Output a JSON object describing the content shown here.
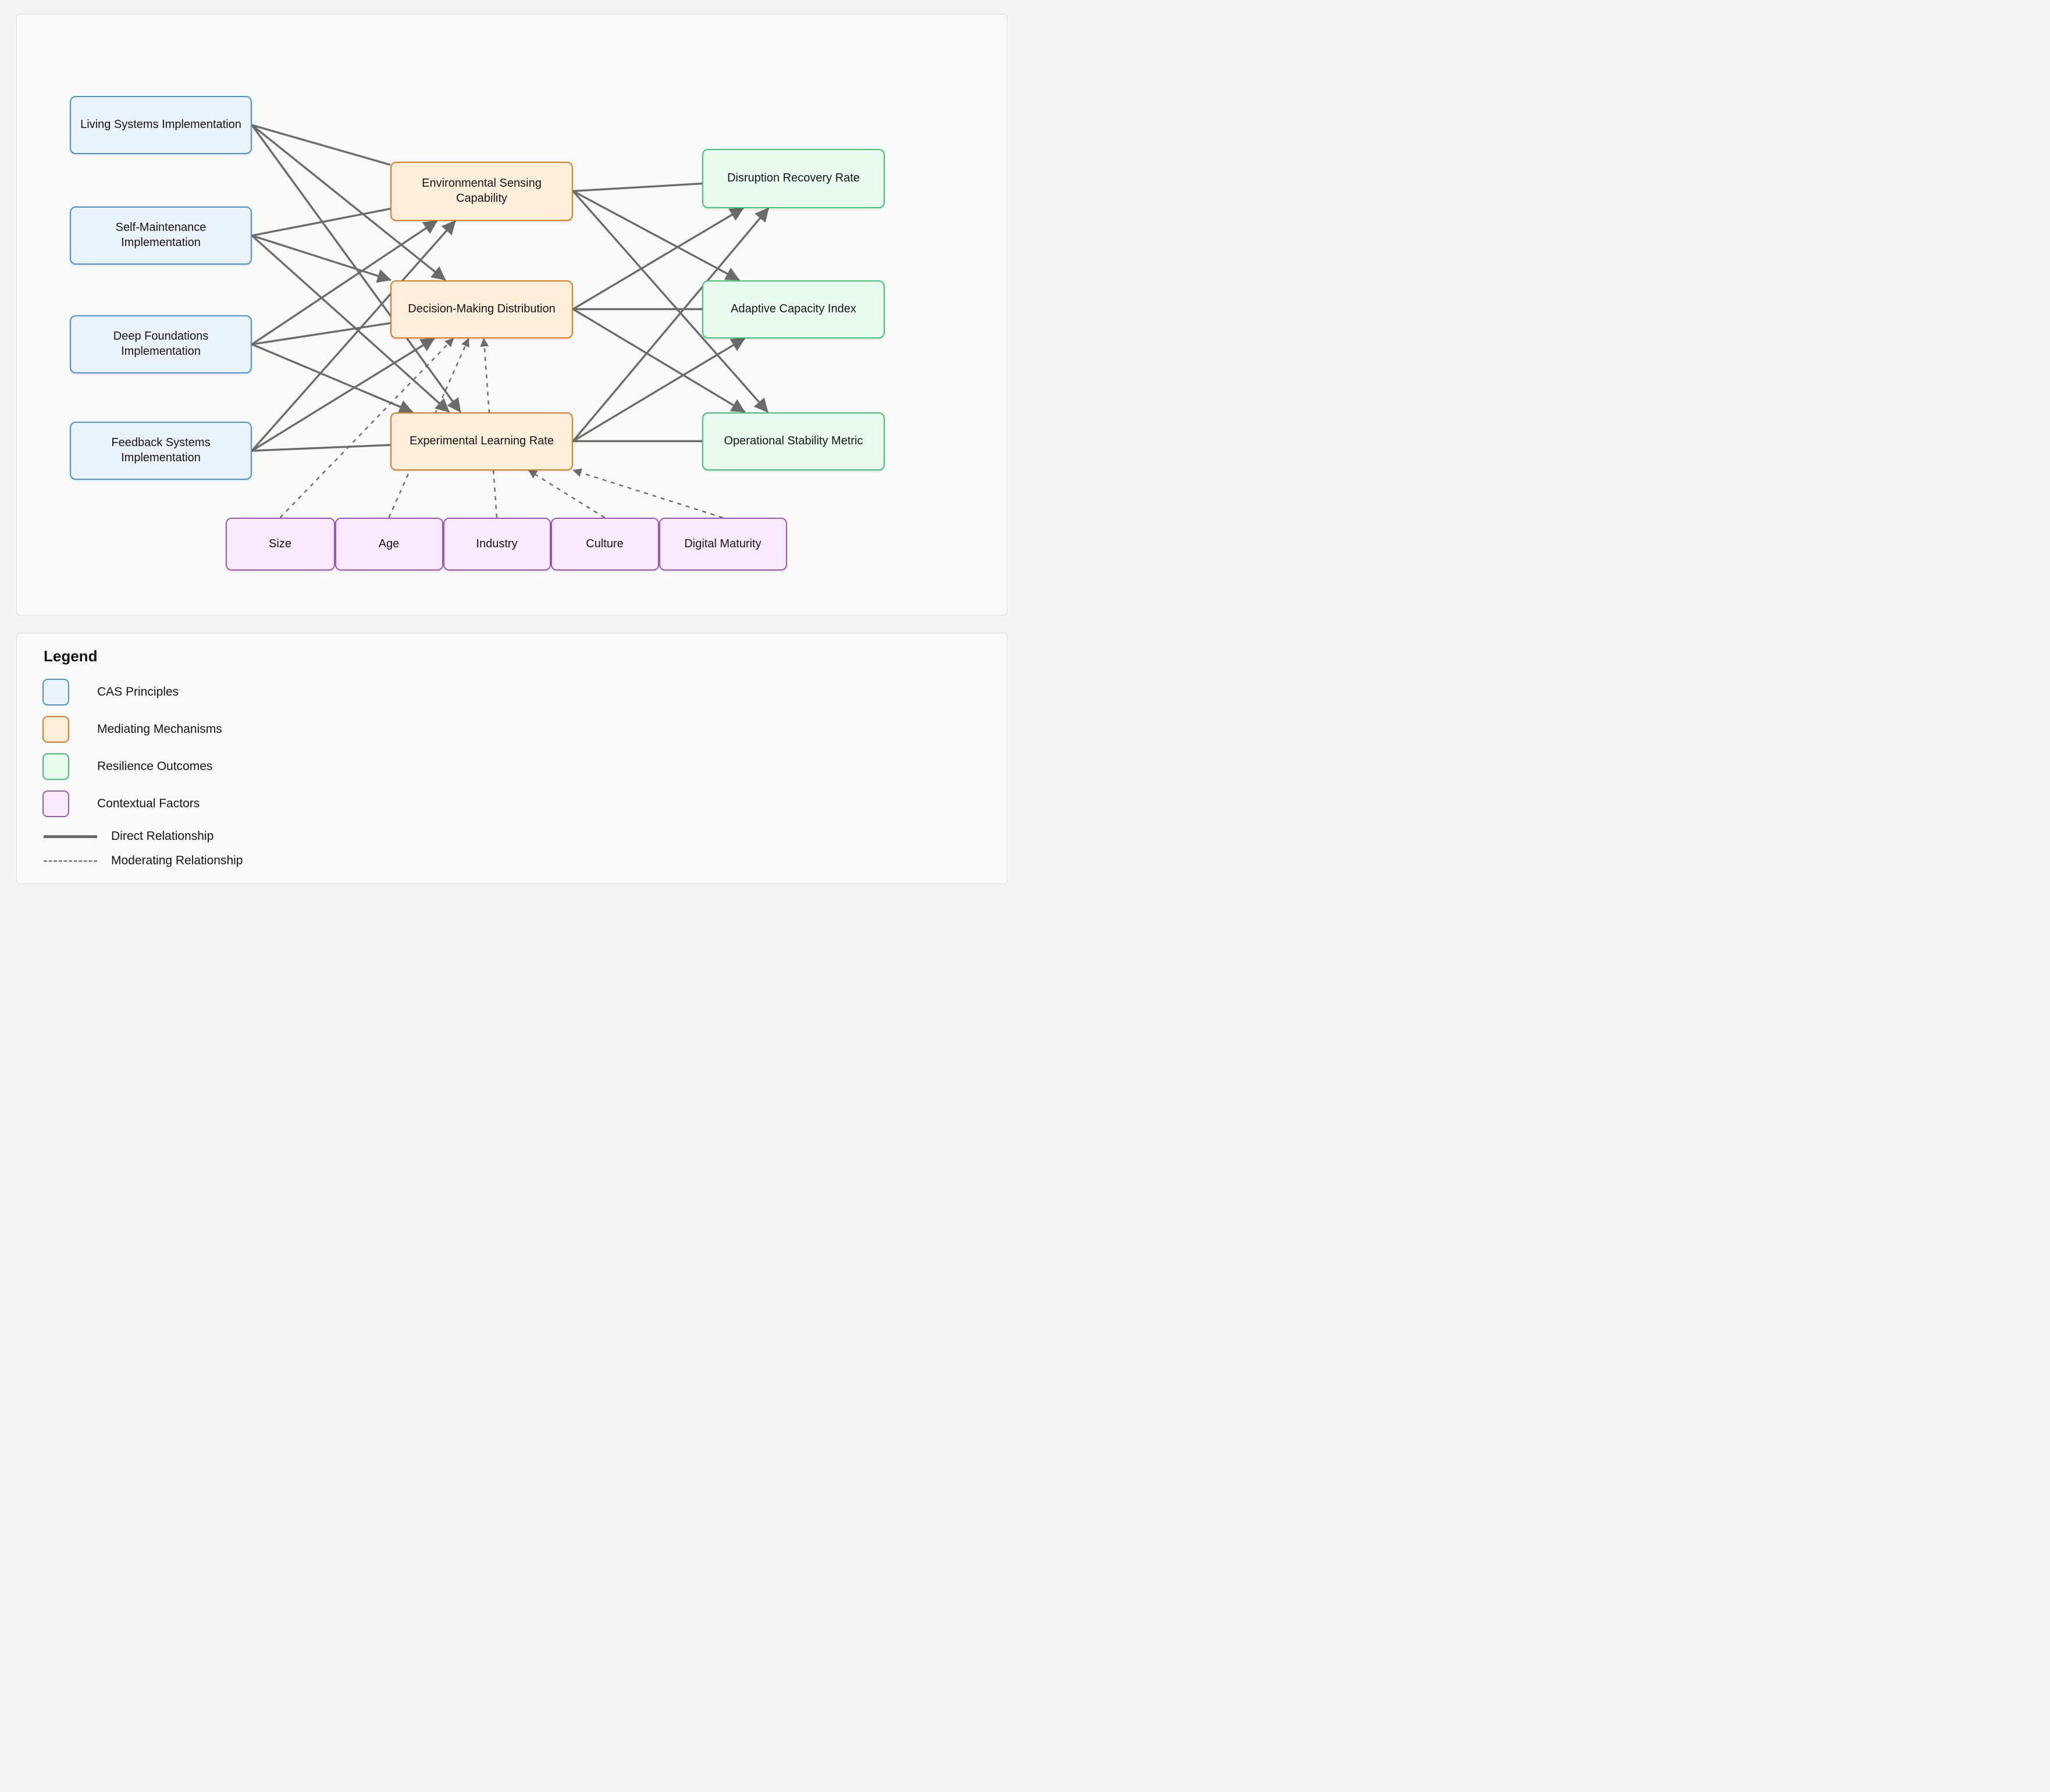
{
  "diagram": {
    "nodes": [
      {
        "id": "ls",
        "group": "cas",
        "label": "Living Systems Implementation"
      },
      {
        "id": "sm",
        "group": "cas",
        "label": "Self-Maintenance Implementation"
      },
      {
        "id": "df",
        "group": "cas",
        "label": "Deep Foundations Implementation"
      },
      {
        "id": "fs",
        "group": "cas",
        "label": "Feedback Systems Implementation"
      },
      {
        "id": "esc",
        "group": "mediator",
        "label": "Environmental Sensing Capability"
      },
      {
        "id": "dmd",
        "group": "mediator",
        "label": "Decision-Making Distribution"
      },
      {
        "id": "elr",
        "group": "mediator",
        "label": "Experimental Learning Rate"
      },
      {
        "id": "drr",
        "group": "outcome",
        "label": "Disruption Recovery Rate"
      },
      {
        "id": "aci",
        "group": "outcome",
        "label": "Adaptive Capacity Index"
      },
      {
        "id": "osm",
        "group": "outcome",
        "label": "Operational Stability Metric"
      },
      {
        "id": "size",
        "group": "context",
        "label": "Size"
      },
      {
        "id": "age",
        "group": "context",
        "label": "Age"
      },
      {
        "id": "industry",
        "group": "context",
        "label": "Industry"
      },
      {
        "id": "culture",
        "group": "context",
        "label": "Culture"
      },
      {
        "id": "digital",
        "group": "context",
        "label": "Digital Maturity"
      }
    ],
    "edges_direct": [
      [
        "ls",
        "esc"
      ],
      [
        "ls",
        "dmd"
      ],
      [
        "ls",
        "elr"
      ],
      [
        "sm",
        "esc"
      ],
      [
        "sm",
        "dmd"
      ],
      [
        "sm",
        "elr"
      ],
      [
        "df",
        "esc"
      ],
      [
        "df",
        "dmd"
      ],
      [
        "df",
        "elr"
      ],
      [
        "fs",
        "esc"
      ],
      [
        "fs",
        "dmd"
      ],
      [
        "fs",
        "elr"
      ],
      [
        "esc",
        "drr"
      ],
      [
        "esc",
        "aci"
      ],
      [
        "esc",
        "osm"
      ],
      [
        "dmd",
        "drr"
      ],
      [
        "dmd",
        "aci"
      ],
      [
        "dmd",
        "osm"
      ],
      [
        "elr",
        "drr"
      ],
      [
        "elr",
        "aci"
      ],
      [
        "elr",
        "osm"
      ]
    ],
    "edges_moderating": [
      [
        "size",
        "dmd"
      ],
      [
        "age",
        "dmd"
      ],
      [
        "industry",
        "dmd"
      ],
      [
        "culture",
        "elr"
      ],
      [
        "digital",
        "elr"
      ]
    ],
    "colors": {
      "cas_fill": "#EAF2FB",
      "cas_border": "#4A90D2",
      "mediator_fill": "#FCEEDB",
      "mediator_border": "#E07B1F",
      "outcome_fill": "#E9FBEE",
      "outcome_border": "#3FC573",
      "context_fill": "#F8E9FD",
      "context_border": "#9B59B6",
      "edge": "#6B6B6B",
      "panel_bg": "#FAFAFA",
      "page_bg": "#F5F5F5"
    }
  },
  "legend": {
    "title": "Legend",
    "items": [
      {
        "group": "cas",
        "label": "CAS Principles"
      },
      {
        "group": "mediator",
        "label": "Mediating Mechanisms"
      },
      {
        "group": "outcome",
        "label": "Resilience Outcomes"
      },
      {
        "group": "context",
        "label": "Contextual Factors"
      }
    ],
    "lines": [
      {
        "style": "solid",
        "label": "Direct Relationship"
      },
      {
        "style": "dashed",
        "label": "Moderating Relationship"
      }
    ]
  }
}
